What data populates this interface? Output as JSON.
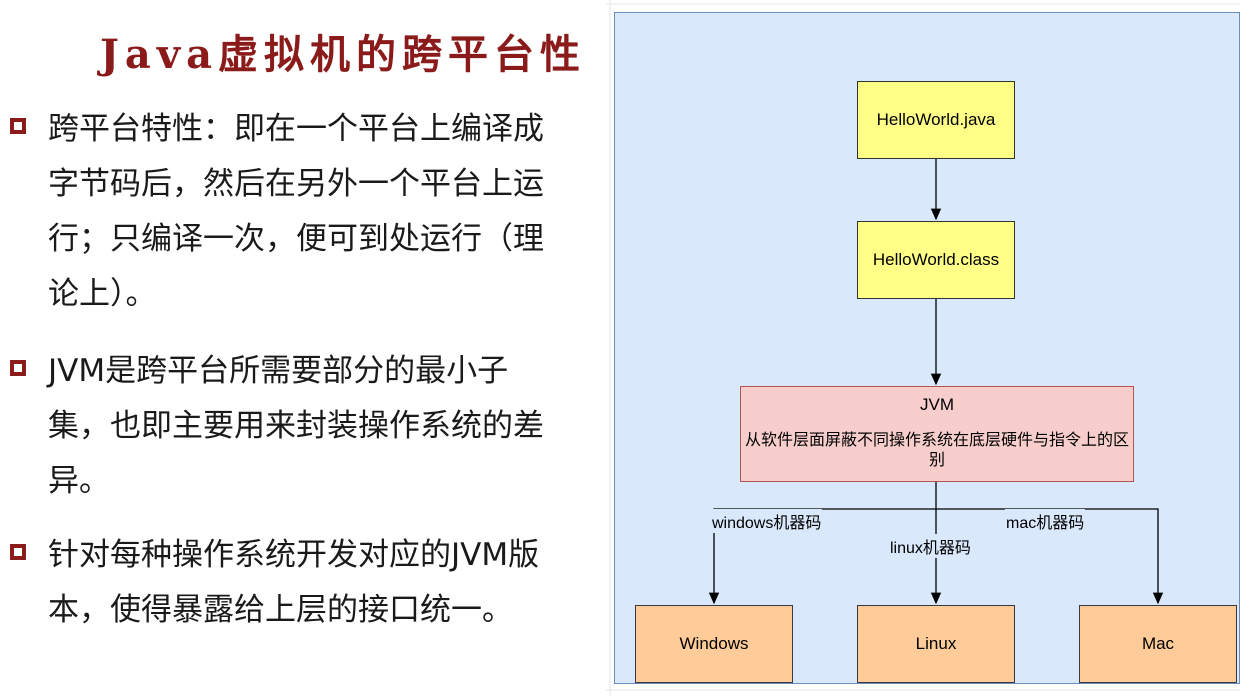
{
  "slide": {
    "title": "Java虚拟机的跨平台性",
    "bullets": [
      "跨平台特性：即在一个平台上编译成字节码后，然后在另外一个平台上运行；只编译一次，便可到处运行（理论上）。",
      "JVM是跨平台所需要部分的最小子集，也即主要用来封装操作系统的差异。",
      "针对每种操作系统开发对应的JVM版本，使得暴露给上层的接口统一。"
    ]
  },
  "diagram": {
    "nodes": {
      "java": "HelloWorld.java",
      "class": "HelloWorld.class",
      "jvm_title": "JVM",
      "jvm_desc": "从软件层面屏蔽不同操作系统在底层硬件与指令上的区别",
      "windows": "Windows",
      "linux": "Linux",
      "mac": "Mac"
    },
    "edge_labels": {
      "windows": "windows机器码",
      "linux": "linux机器码",
      "mac": "mac机器码"
    }
  },
  "colors": {
    "title": "#8B1A1A",
    "canvas": "#dae8fc",
    "yellow_node": "#ffff88",
    "jvm_node": "#f8cecc",
    "os_node": "#ffcc99"
  }
}
